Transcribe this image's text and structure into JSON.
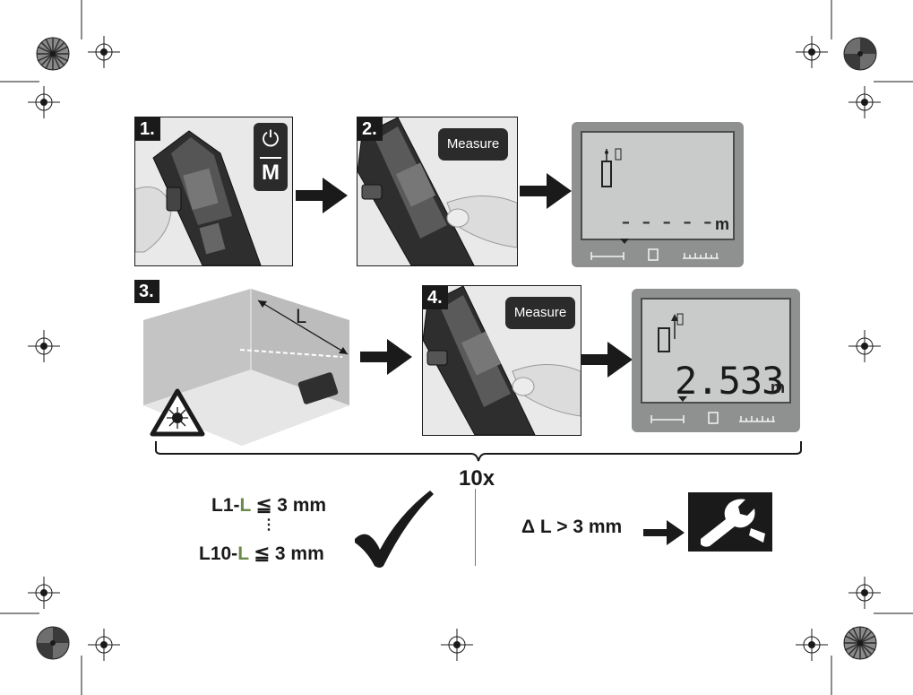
{
  "steps": {
    "s1": {
      "number": "1.",
      "button_power": "⏻",
      "button_mode": "M"
    },
    "s2": {
      "number": "2.",
      "button": "Measure"
    },
    "s3": {
      "number": "3.",
      "distance_label": "L"
    },
    "s4": {
      "number": "4.",
      "button": "Measure"
    }
  },
  "display_before": {
    "value": "-----",
    "unit": "m"
  },
  "display_after": {
    "value": "2.533",
    "unit": "m"
  },
  "repeat": "10x",
  "tolerance": {
    "first_prefix": "L1-",
    "first_l": "L",
    "first_rel": "≦ 3 mm",
    "dots": "⋮",
    "last_prefix": "L10-",
    "last_l": "L",
    "last_rel": "≦ 3 mm"
  },
  "deviation": {
    "label": "Δ L",
    "rel": "> 3 mm"
  },
  "icons": [
    "power-icon",
    "checkmark-icon",
    "wrench-icon",
    "laser-warning-icon",
    "arrow-right-icon",
    "registration-mark-icon"
  ],
  "colors": {
    "ink": "#1a1a1a",
    "lcd_body": "#8f9190",
    "lcd_screen": "#c9cbca",
    "accent_green": "#6b8a4a"
  }
}
